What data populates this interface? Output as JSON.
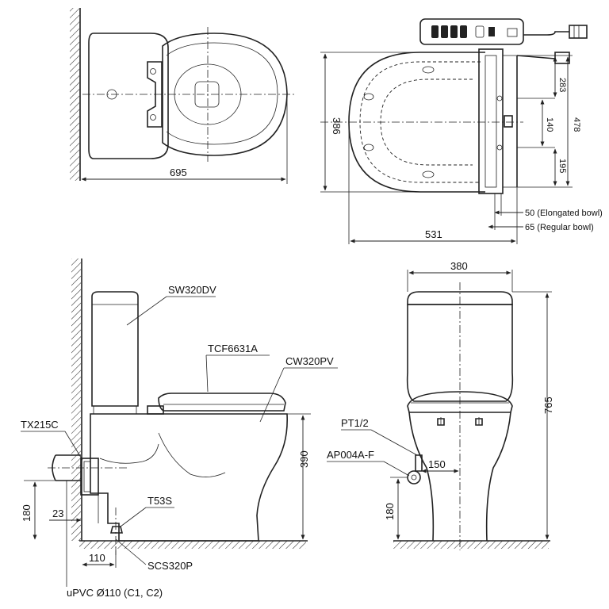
{
  "top_view": {
    "width_dim": "695"
  },
  "seat_plan_view": {
    "depth_dim": "386",
    "overall_dim": "478",
    "dim_283": "283",
    "dim_195": "195",
    "dim_140": "140",
    "width_dim": "531",
    "offset_elongated": "50 (Elongated bowl)",
    "offset_regular": "65 (Regular bowl)"
  },
  "side_view": {
    "tank_model": "SW320DV",
    "seat_model": "TCF6631A",
    "bowl_model": "CW320PV",
    "connector_model": "TX215C",
    "bolt_model": "T53S",
    "flange_model": "SCS320P",
    "pipe_label": "uPVC Ø110 (C1, C2)",
    "height_390": "390",
    "height_180": "180",
    "dim_23": "23",
    "dim_110": "110"
  },
  "front_view": {
    "width_dim": "380",
    "height_dim": "765",
    "inlet_model": "PT1/2",
    "valve_model": "AP004A-F",
    "dim_150": "150",
    "height_180": "180"
  }
}
